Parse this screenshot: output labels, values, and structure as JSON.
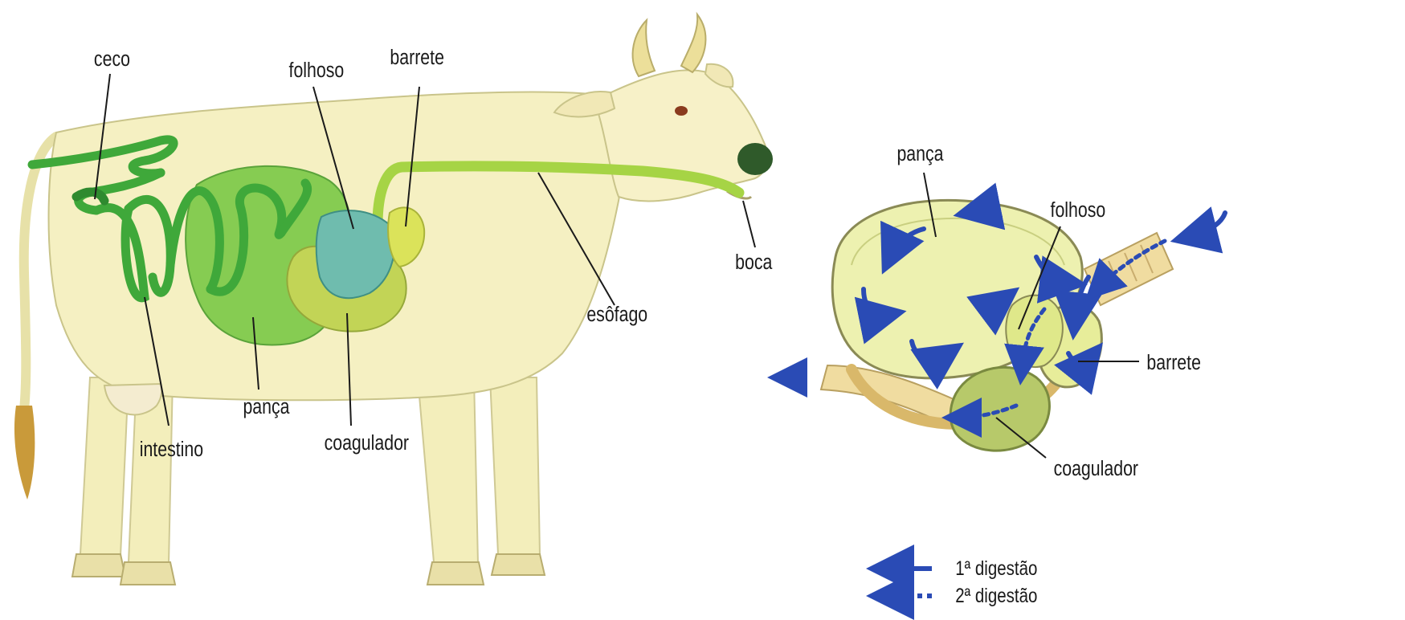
{
  "cow": {
    "labels": {
      "ceco": "ceco",
      "folhoso": "folhoso",
      "barrete": "barrete",
      "boca": "boca",
      "esofago": "esôfago",
      "panca": "pança",
      "coagulador": "coagulador",
      "intestino": "intestino"
    }
  },
  "stomach": {
    "labels": {
      "panca": "pança",
      "folhoso": "folhoso",
      "barrete": "barrete",
      "coagulador": "coagulador"
    }
  },
  "legend": {
    "first": "1ª digestão",
    "second": "2ª digestão"
  },
  "colors": {
    "cow_body": "#f5f0c2",
    "cow_outline": "#c9c48a",
    "intestine": "#3fa83a",
    "rumen": "#7ec850",
    "omasum": "#6fb9a8",
    "reticulum": "#d8e05a",
    "abomasum": "#b9cf4a",
    "esophagus": "#9ccf3f",
    "arrow": "#2a4bb5"
  }
}
